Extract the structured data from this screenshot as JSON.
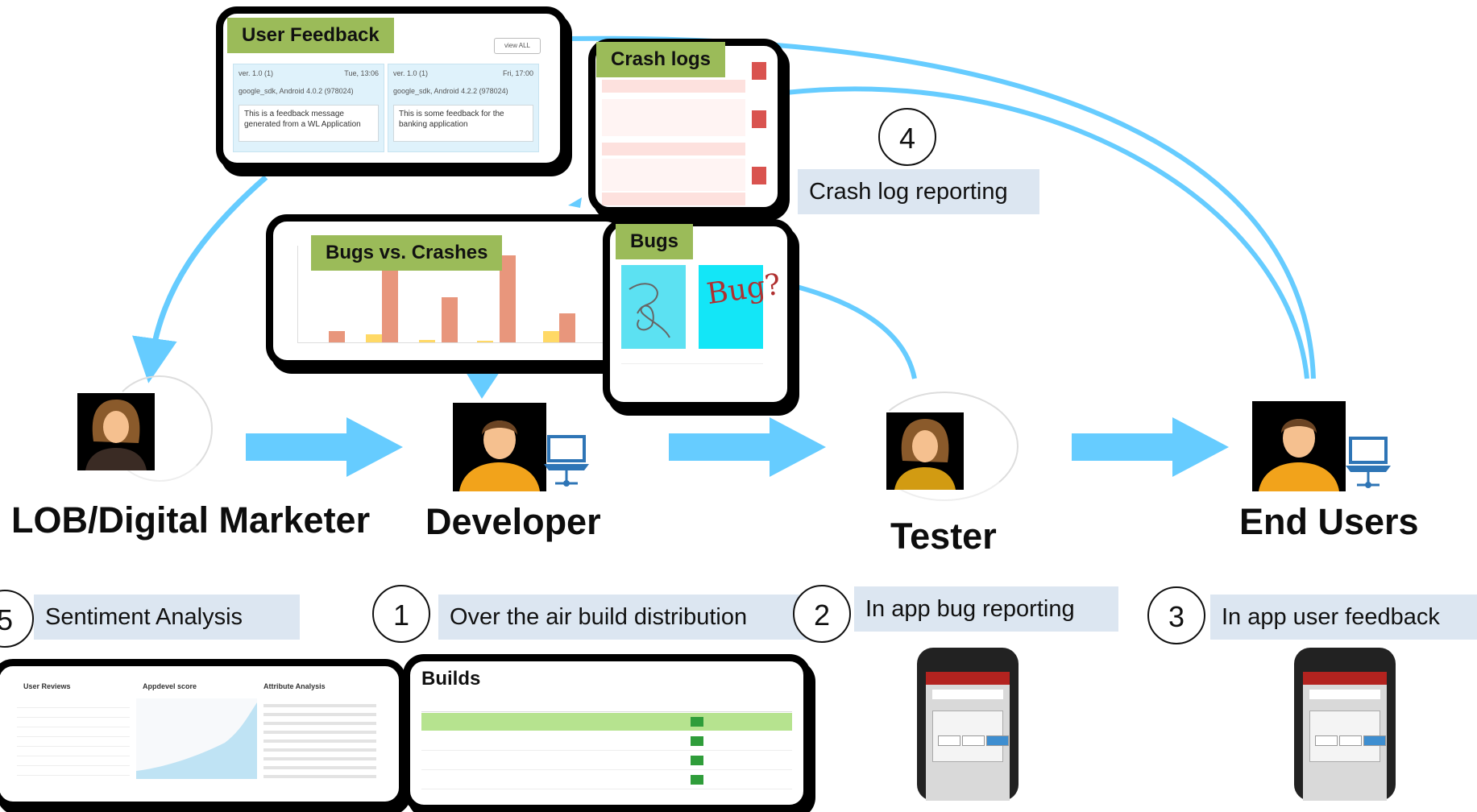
{
  "cards": {
    "user_feedback": {
      "title": "User Feedback",
      "view_button": "view ALL",
      "entries": [
        {
          "version": "ver. 1.0 (1)",
          "time": "Tue, 13:06",
          "device": "google_sdk, Android 4.0.2 (978024)",
          "message": "This is a feedback message generated from a WL Application"
        },
        {
          "version": "ver. 1.0 (1)",
          "time": "Fri, 17:00",
          "device": "google_sdk, Android 4.2.2 (978024)",
          "message": "This is some feedback for the banking application"
        }
      ]
    },
    "crash_logs": {
      "title": "Crash logs"
    },
    "bugs_vs_crashes": {
      "title": "Bugs vs. Crashes"
    },
    "bugs": {
      "title": "Bugs",
      "panel_words": [
        "Bug?"
      ]
    },
    "sentiment": {
      "column_titles": [
        "User Reviews",
        "Appdevel score",
        "Attribute Analysis"
      ]
    },
    "builds": {
      "title": "Builds"
    }
  },
  "steps": [
    {
      "number": "1",
      "caption": "Over the air build distribution"
    },
    {
      "number": "2",
      "caption": "In app bug reporting"
    },
    {
      "number": "3",
      "caption": "In app user feedback"
    },
    {
      "number": "4",
      "caption": "Crash log reporting"
    },
    {
      "number": "5",
      "caption": "Sentiment Analysis"
    }
  ],
  "roles": {
    "lob": "LOB/Digital Marketer",
    "developer": "Developer",
    "tester": "Tester",
    "end_users": "End Users"
  },
  "icons": {
    "person_female": "female-user-icon",
    "person_male": "male-user-icon",
    "laptop": "laptop-icon",
    "phone": "smartphone-icon"
  },
  "colors": {
    "arrow": "#66ccff",
    "tag_green": "#9bbb59",
    "caption_bg": "#dce6f1",
    "bar_salmon": "#e8967c",
    "bar_yellow": "#ffd966",
    "laptop": "#2e75b6"
  }
}
